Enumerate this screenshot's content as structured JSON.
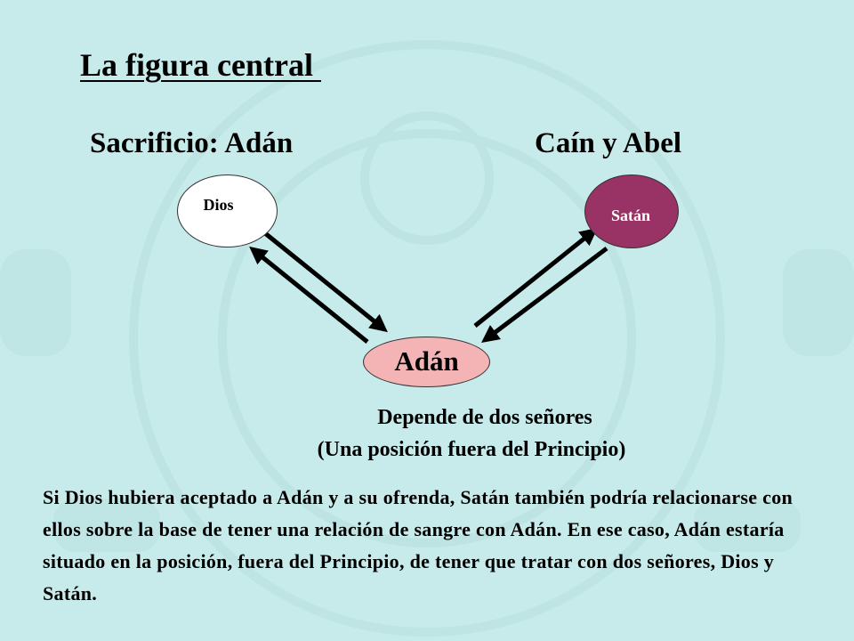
{
  "slide": {
    "title": "La figura central ",
    "subtitle_left": "Sacrificio: Adán",
    "subtitle_right": "Caín y Abel"
  },
  "diagram": {
    "nodes": {
      "dios": "Dios",
      "satan": "Satán",
      "adan": "Adán"
    },
    "colors": {
      "dios_fill": "#ffffff",
      "satan_fill": "#993366",
      "adan_fill": "#f4b3b5",
      "background": "#c7eaea"
    },
    "caption_line1": "Depende de dos señores",
    "caption_line2": "(Una posición fuera del Principio)"
  },
  "paragraph": "Si Dios hubiera aceptado a Adán y a su ofrenda, Satán también podría relacionarse con ellos sobre la base de tener una relación de sangre con Adán. En ese caso, Adán estaría situado en la posición, fuera del Principio, de tener que tratar con dos señores, Dios y Satán."
}
